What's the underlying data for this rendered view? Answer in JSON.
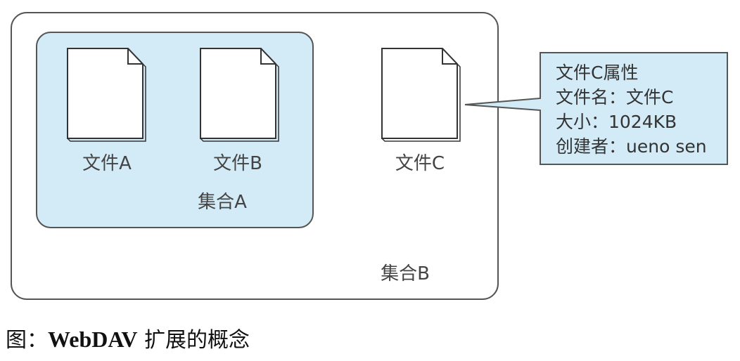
{
  "diagram": {
    "collection_outer_label": "集合B",
    "collection_inner_label": "集合A",
    "files": [
      {
        "label": "文件A"
      },
      {
        "label": "文件B"
      },
      {
        "label": "文件C"
      }
    ],
    "callout": {
      "lines": [
        "文件C属性",
        "文件名：文件C",
        "大小：1024KB",
        "创建者：ueno sen"
      ]
    }
  },
  "caption": {
    "prefix": "图：",
    "bold": "WebDAV",
    "rest": " 扩展的概念"
  },
  "colors": {
    "collection_a_fill": "#d3ebf7",
    "callout_fill": "#d3ebf7",
    "stroke": "#555555",
    "file_fill": "#ffffff"
  }
}
